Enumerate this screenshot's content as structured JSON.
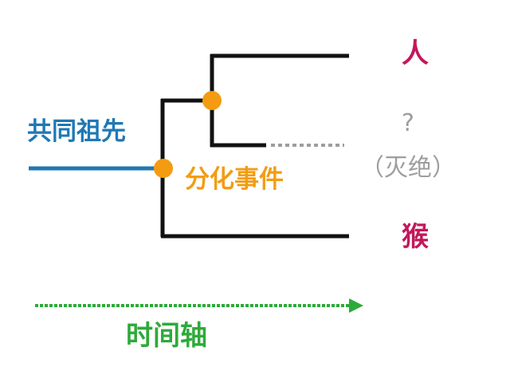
{
  "labels": {
    "common_ancestor": "共同祖先",
    "divergence_event": "分化事件",
    "human": "人",
    "unknown": "?",
    "extinct": "（灭绝）",
    "monkey": "猴",
    "timeline": "时间轴"
  },
  "colors": {
    "ancestor_blue": "#1f78b4",
    "event_orange": "#f39c12",
    "species_magenta": "#c2185b",
    "unknown_gray": "#9e9e9e",
    "timeline_green": "#2eaa3a",
    "tree_black": "#111111"
  }
}
